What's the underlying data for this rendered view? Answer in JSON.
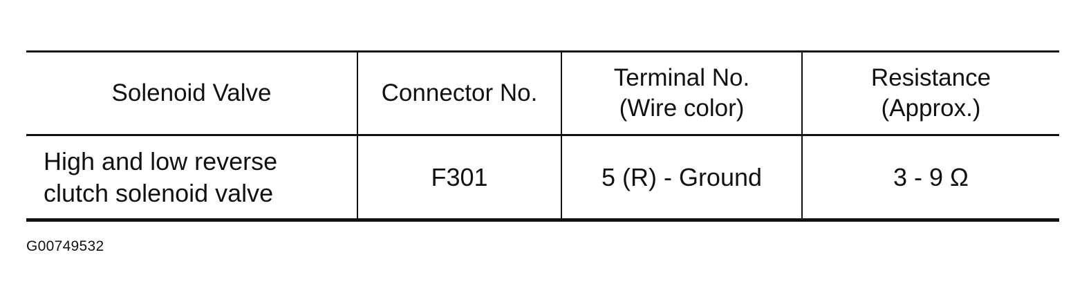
{
  "table": {
    "headers": [
      "Solenoid Valve",
      "Connector No.",
      "Terminal No.\n(Wire color)",
      "Resistance\n(Approx.)"
    ],
    "rows": [
      [
        "High and low reverse\nclutch solenoid valve",
        "F301",
        "5 (R) - Ground",
        "3 - 9 Ω"
      ]
    ]
  },
  "footer": {
    "code": "G00749532"
  }
}
